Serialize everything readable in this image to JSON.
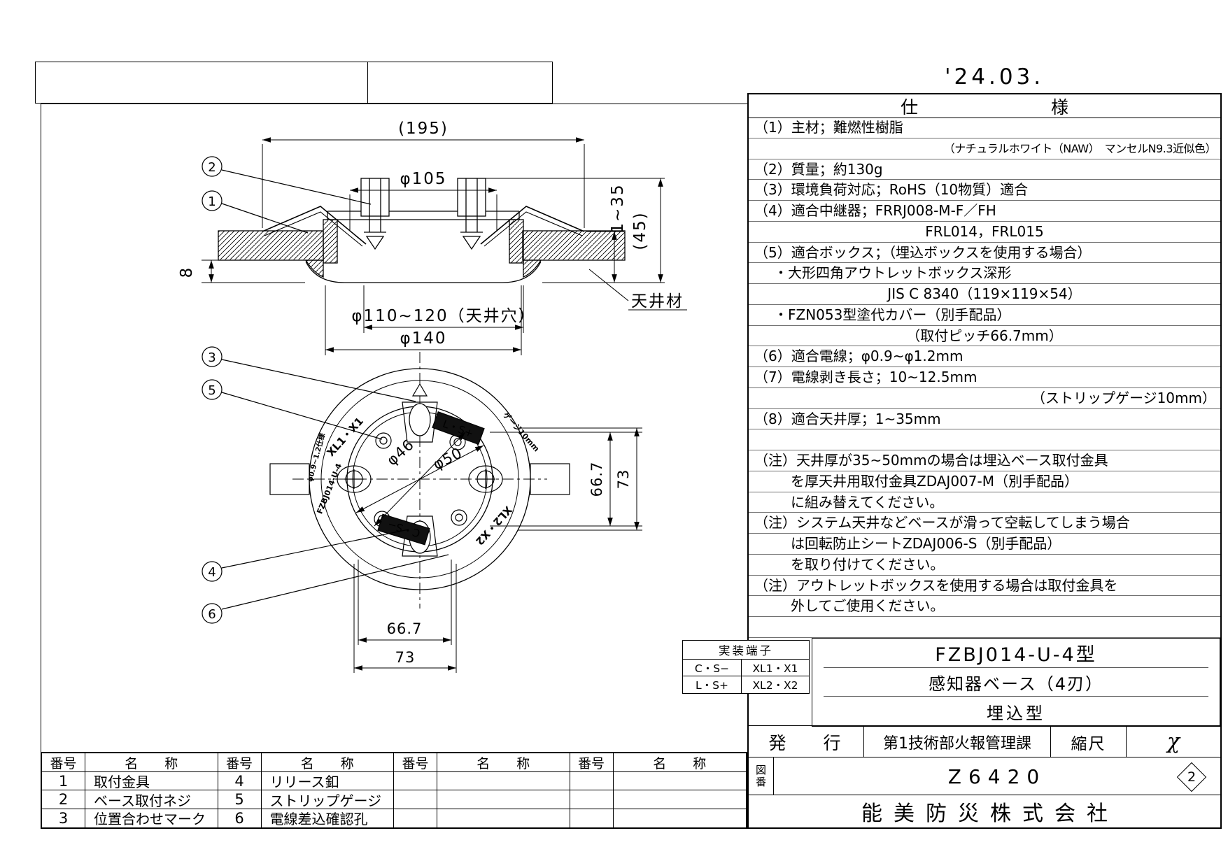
{
  "sheet": {
    "date": "'24.03."
  },
  "spec": {
    "title_left": "仕",
    "title_right": "様",
    "rows": [
      {
        "t": "（1）主材；難燃性樹脂",
        "c": "l"
      },
      {
        "t": "（ナチュラルホワイト（NAW）　マンセルN9.3近似色）",
        "c": "r s"
      },
      {
        "t": "（2）質量；約130g",
        "c": "l"
      },
      {
        "t": "（3）環境負荷対応；RoHS（10物質）適合",
        "c": "l"
      },
      {
        "t": "（4）適合中継器；FRRJ008-M-F／FH",
        "c": "l"
      },
      {
        "t": "FRL014，FRL015",
        "c": "c"
      },
      {
        "t": "（5）適合ボックス；（埋込ボックスを使用する場合）",
        "c": "l"
      },
      {
        "t": "・大形四角アウトレットボックス深形",
        "c": "i1"
      },
      {
        "t": "JIS C 8340（119×119×54）",
        "c": "c"
      },
      {
        "t": "・FZN053型塗代カバー（別手配品）",
        "c": "i1"
      },
      {
        "t": "（取付ピッチ66.7mm）",
        "c": "c"
      },
      {
        "t": "（6）適合電線；φ0.9~φ1.2mm",
        "c": "l"
      },
      {
        "t": "（7）電線剥き長さ；10~12.5mm",
        "c": "l"
      },
      {
        "t": "（ストリップゲージ10mm）",
        "c": "r"
      },
      {
        "t": "（8）適合天井厚；1~35mm",
        "c": "l"
      },
      {
        "t": "",
        "c": "l"
      },
      {
        "t": "（注）天井厚が35~50mmの場合は埋込ベース取付金具",
        "c": "l"
      },
      {
        "t": "を厚天井用取付金具ZDAJ007-M（別手配品）",
        "c": "i2"
      },
      {
        "t": "に組み替えてください。",
        "c": "i2"
      },
      {
        "t": "（注）システム天井などベースが滑って空転してしまう場合",
        "c": "l"
      },
      {
        "t": "は回転防止シートZDAJ006-S（別手配品）",
        "c": "i2"
      },
      {
        "t": "を取り付けてください。",
        "c": "i2"
      },
      {
        "t": "（注）アウトレットボックスを使用する場合は取付金具を",
        "c": "l"
      },
      {
        "t": "外してご使用ください。",
        "c": "i2"
      },
      {
        "t": "",
        "c": "l"
      }
    ]
  },
  "title_block": {
    "model": "FZBJ014-U-4型",
    "product": "感知器ベース（4刃）",
    "mount": "埋込型",
    "issue_label": "発　行",
    "issue_dept": "第1技術部火報管理課",
    "scale_label": "縮尺",
    "scale_value": "χ",
    "zuban_1": "図",
    "zuban_2": "番",
    "drawing_number": "Z6420",
    "revision": "2",
    "company": "能美防災株式会社"
  },
  "parts": {
    "header_no": "番号",
    "header_name": "名　　称",
    "rows": [
      [
        "1",
        "取付金具",
        "4",
        "リリース釦",
        "",
        "",
        "",
        ""
      ],
      [
        "2",
        "ベース取付ネジ",
        "5",
        "ストリップゲージ",
        "",
        "",
        "",
        ""
      ],
      [
        "3",
        "位置合わせマーク",
        "6",
        "電線差込確認孔",
        "",
        "",
        "",
        ""
      ]
    ]
  },
  "terminals": {
    "title": "実装端子",
    "rows": [
      [
        "C・S−",
        "XL1・X1"
      ],
      [
        "L・S+",
        "XL2・X2"
      ]
    ]
  },
  "drawing": {
    "dim_195": "(195)",
    "dim_phi105": "φ105",
    "dim_8": "8",
    "dim_hole": "φ110~120（天井穴）",
    "dim_phi140": "φ140",
    "dim_1to35": "1~35",
    "dim_45": "(45)",
    "ceiling_material": "天井材",
    "dim_phi46": "φ46",
    "dim_phi50": "φ50",
    "dim_66_7_v": "66.7",
    "dim_73_v": "73",
    "dim_66_7_h": "66.7",
    "dim_73_h": "73",
    "label_xl1": "XL1・X1",
    "label_ls": "L・S+",
    "label_cs": "C・S−",
    "label_xl2": "XL2・X2",
    "label_model_small": "FZBJ014-U-4",
    "label_wire_small": "φ0.9~1.2仕様",
    "label_gauge_small": "ゲージ10mm",
    "callouts": [
      "1",
      "2",
      "3",
      "4",
      "5",
      "6"
    ]
  }
}
